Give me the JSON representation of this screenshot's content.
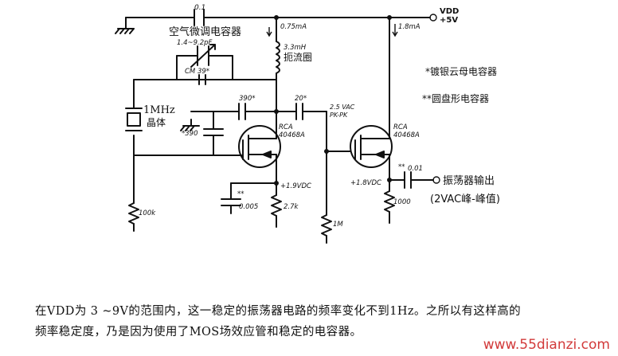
{
  "labels": {
    "vdd": "VDD",
    "vdd_value": "+5V",
    "c_top": "0.1",
    "trim_cap_title": "空气微调电容器",
    "trim_cap_value": "1.4~9.2pF",
    "current1": "0.75mA",
    "choke_value": "3.3mH",
    "choke_name": "扼流圈",
    "current2": "1.8mA",
    "cm_value": "CM 39*",
    "note_silver_mica": "*镀银云母电容器",
    "note_ceramic": "**圆盘形电容器",
    "crystal_freq": "1MHz",
    "crystal_name": "晶体",
    "c390_a": "390*",
    "c20": "20*",
    "signal_vac": "2.5 VAC",
    "signal_pkpk": "PK-PK",
    "c390_b": "*390",
    "q1_name": "RCA",
    "q1_part": "40468A",
    "q2_name": "RCA",
    "q2_part": "40468A",
    "c001_mark": "**",
    "c001_value": "0.01",
    "out_label": "振荡器输出",
    "out_level": "(2VAC峰-峰值)",
    "v19": "+1.9VDC",
    "v18": "+1.8VDC",
    "c0005_mark": "**",
    "c0005_value": "0.005",
    "r_100k": "100k",
    "r_27k": "2.7k",
    "r_1m": "1M",
    "r_1000": "1000"
  },
  "caption": {
    "line1": "在VDD为 3 ~9V的范围内，这一稳定的振荡器电路的频率变化不到1Hz。之所以有这样高的",
    "line2": "频率稳定度，乃是因为使用了MOS场效应管和稳定的电容器。"
  },
  "watermark": "www.55dianzi.com"
}
